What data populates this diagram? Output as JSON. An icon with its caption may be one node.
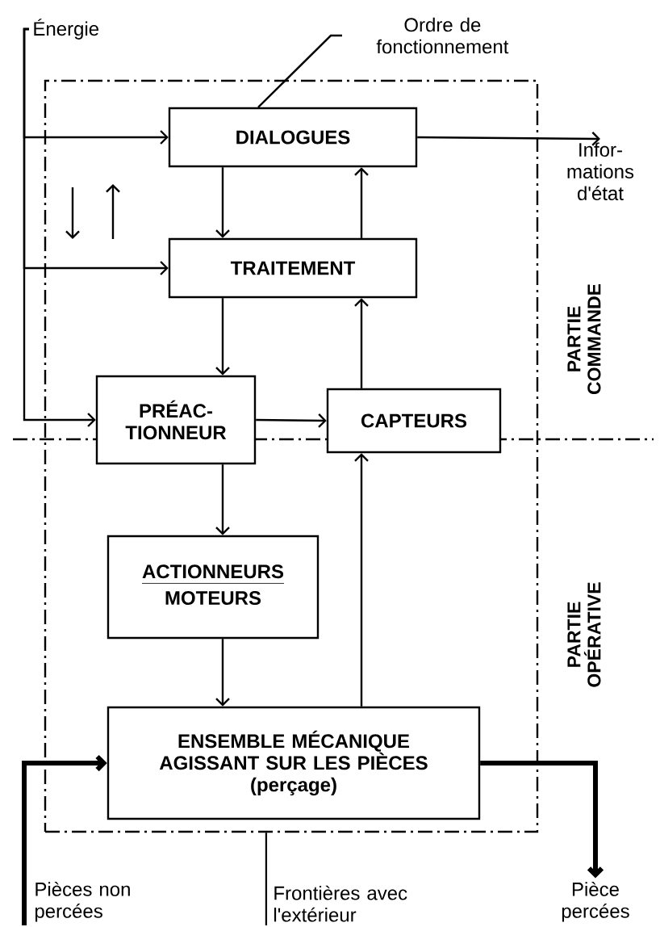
{
  "diagram": {
    "nodes": [
      {
        "text": [
          "Énergie"
        ]
      },
      {
        "text": [
          "Ordre de fonctionnement"
        ]
      },
      {
        "text": [],
        "shape": "box"
      },
      {
        "text": [
          "DIALOGUES"
        ],
        "in": 2
      },
      {
        "text": [
          "TRAITEMENT"
        ],
        "in": 2
      },
      {
        "text": [
          "PRÉAC- TIONNEUR"
        ],
        "in": 2
      },
      {
        "text": [
          "CAPTEURS"
        ],
        "in": 2
      },
      {
        "text": [
          "ACTIONNEURS",
          "MOTEURS"
        ],
        "in": 2
      },
      {
        "text": [
          "ENSEMBLE MÉCANIQUE AGISSANT SUR LES PIÈCES",
          "(perçage)"
        ],
        "in": 2
      },
      {
        "text": [
          "Infor- mations d'état"
        ]
      },
      {
        "text": [
          "Pièces non percées"
        ]
      },
      {
        "text": [
          "Pièce percées"
        ]
      },
      {
        "text": [
          "Frontières avec l'extérieur"
        ]
      }
    ],
    "edges": [
      {
        "from": 0,
        "to": 3,
        "arrow": "to"
      },
      {
        "from": 0,
        "to": 4,
        "arrow": "to"
      },
      {
        "from": 0,
        "to": 5,
        "arrow": "to"
      },
      {
        "from": 3,
        "to": 4,
        "arrow": "to"
      },
      {
        "from": 4,
        "to": 3,
        "arrow": "to"
      },
      {
        "from": 4,
        "to": 5,
        "arrow": "to"
      },
      {
        "from": 5,
        "to": 6,
        "arrow": "to"
      },
      {
        "from": 6,
        "to": 4,
        "arrow": "to"
      },
      {
        "from": 5,
        "to": 7,
        "arrow": "to"
      },
      {
        "from": 7,
        "to": 8,
        "arrow": "to"
      },
      {
        "from": 8,
        "to": 6,
        "arrow": "to"
      },
      {
        "from": 3,
        "to": 9,
        "arrow": "to"
      },
      {
        "from": 10,
        "to": 8,
        "arrow": "to",
        "style": "thick"
      },
      {
        "from": 8,
        "to": 11,
        "arrow": "to",
        "style": "thick"
      },
      {
        "from": 1,
        "to": 3,
        "arrow": "none"
      },
      {
        "from": 12,
        "to": 2,
        "arrow": "none"
      }
    ],
    "labels": [
      "PARTIE COMMANDE",
      "PARTIE OPÉRATIVE"
    ]
  }
}
